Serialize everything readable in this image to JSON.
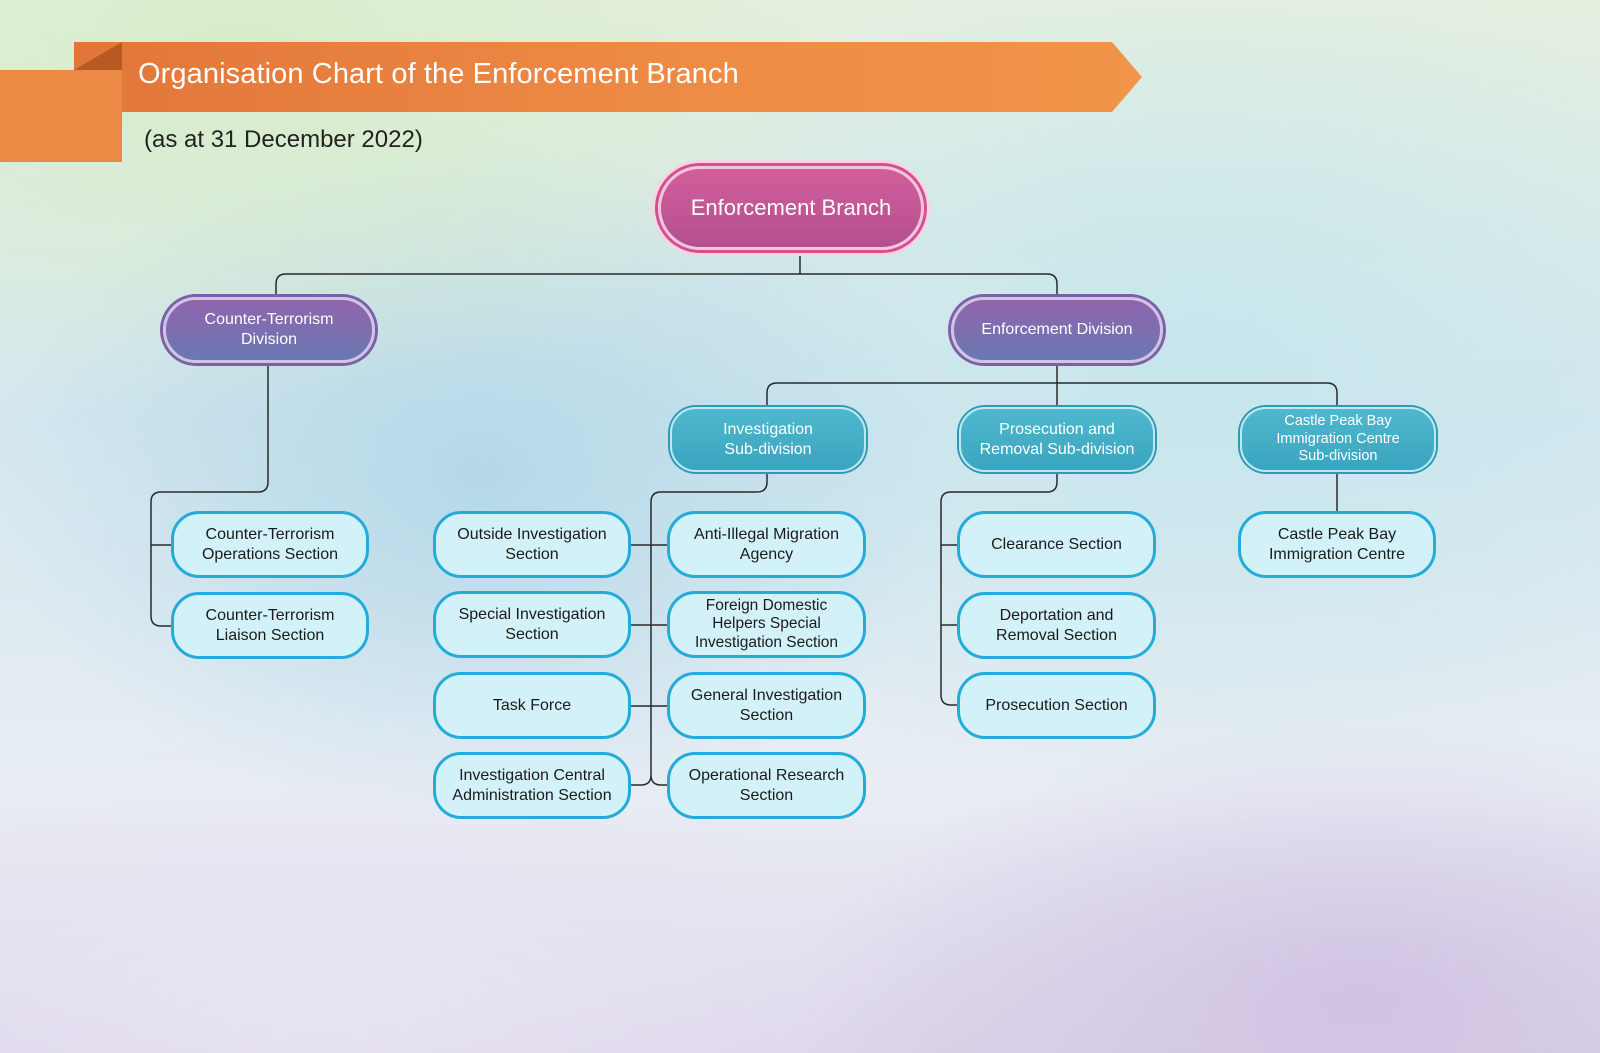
{
  "header": {
    "title": "Organisation Chart of the Enforcement Branch",
    "subtitle": "(as at 31 December 2022)"
  },
  "colors": {
    "banner": "#ee8c46",
    "branch": "#c2549a",
    "division": "#7c6cb0",
    "subdivision": "#45aec8",
    "section_border": "#22acd9",
    "section_fill": "#d3f1f8"
  },
  "org": {
    "branch": "Enforcement Branch",
    "counter_terrorism_division": {
      "label": "Counter-Terrorism\nDivision",
      "sections": [
        "Counter-Terrorism\nOperations Section",
        "Counter-Terrorism\nLiaison Section"
      ]
    },
    "enforcement_division": {
      "label": "Enforcement Division",
      "investigation": {
        "label": "Investigation\nSub-division",
        "sections_left": [
          "Outside Investigation\nSection",
          "Special Investigation\nSection",
          "Task Force",
          "Investigation Central\nAdministration Section"
        ],
        "sections_right": [
          "Anti-Illegal Migration\nAgency",
          "Foreign Domestic\nHelpers Special\nInvestigation Section",
          "General Investigation\nSection",
          "Operational Research\nSection"
        ]
      },
      "prosecution": {
        "label": "Prosecution and\nRemoval Sub-division",
        "sections": [
          "Clearance Section",
          "Deportation and\nRemoval Section",
          "Prosecution Section"
        ]
      },
      "castle_peak": {
        "label": "Castle Peak Bay\nImmigration Centre\nSub-division",
        "sections": [
          "Castle Peak Bay\nImmigration Centre"
        ]
      }
    }
  }
}
